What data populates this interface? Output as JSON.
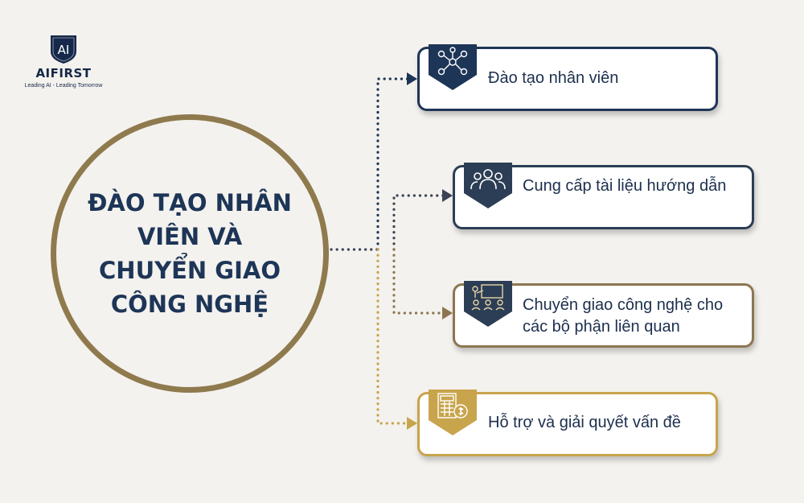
{
  "brand": {
    "logo_mark": "AI",
    "name": "AIFIRST",
    "tagline": "Leading AI - Leading Tomorrow"
  },
  "center_title": "ĐÀO TẠO NHÂN VIÊN VÀ CHUYỂN GIAO CÔNG NGHỆ",
  "colors": {
    "background": "#f4f2ee",
    "navy": "#1d3557",
    "slate": "#2c3e55",
    "bronze": "#8c7650",
    "gold": "#c8a44c"
  },
  "branches": [
    {
      "label": "Đào tạo nhân viên",
      "icon": "network-people-icon",
      "color": "#1d3557"
    },
    {
      "label": "Cung cấp tài liệu hướng dẫn",
      "icon": "group-people-icon",
      "color": "#2c3e55"
    },
    {
      "label": "Chuyển giao công nghệ cho các bộ phận liên quan",
      "icon": "presentation-meeting-icon",
      "color": "#8c7650"
    },
    {
      "label": "Hỗ trợ và giải quyết vấn đề",
      "icon": "calculator-coin-icon",
      "color": "#c8a44c"
    }
  ]
}
